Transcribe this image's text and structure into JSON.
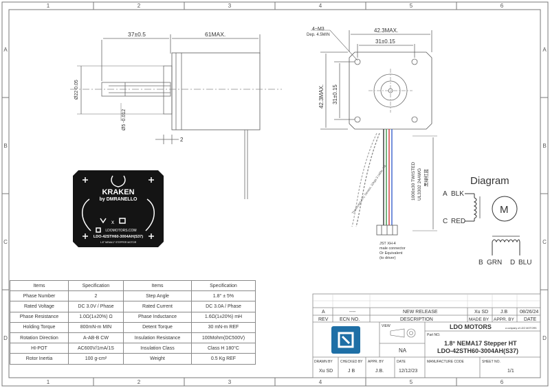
{
  "frame": {
    "col_labels": [
      "1",
      "2",
      "3",
      "4",
      "5",
      "6"
    ],
    "row_labels": [
      "A",
      "B",
      "C",
      "D"
    ]
  },
  "side_view": {
    "dim_shaft_len": "37±0.5",
    "dim_body_len": "61MAX.",
    "dim_shaft_dia": "Ø22 0.05",
    "dim_boss_dia": "Ø5 -0.012",
    "dim_boss": "2"
  },
  "front_view": {
    "thread": "4~M3",
    "thread_depth": "Dep. 4.5MIN",
    "dim_width": "42.3MAX.",
    "dim_hole_spacing": "31±0.15",
    "dim_height": "42.3MAX.",
    "dim_hole_spacing_v": "31±0.15"
  },
  "cable": {
    "length_note": "1000±30 TWISTED",
    "wire_note": "UL3302 24AWG",
    "color_note": "黑绿红蓝",
    "thermoset_note": "Thermoset ATC Sensor, 10kgs 3 cable, Ins",
    "connector_line1": "JST XH-4",
    "connector_line2": "male connector",
    "connector_line3": "Or Equivalent",
    "connector_line4": "(to driver)"
  },
  "wiring": {
    "title": "Diagram",
    "motor_symbol": "M",
    "a_label": "A",
    "a_color": "BLK",
    "c_label": "C",
    "c_color": "RED",
    "b_label": "B",
    "b_color": "GRN",
    "d_label": "D",
    "d_color": "BLU"
  },
  "label_art": {
    "brand": "KRAKEN",
    "sub": "by DMRANELLO",
    "x_mark": "x",
    "site": "LDOMOTORS.COM",
    "model": "LDO-42STH60-3004AH(S37)",
    "bottom_line": "1.8° NEMA17 STEPPER MOTOR"
  },
  "spec_table": {
    "headers": [
      "Items",
      "Specification",
      "Items",
      "Specification"
    ],
    "rows": [
      [
        "Phase Number",
        "2",
        "Step Angle",
        "1.8° ± 5%"
      ],
      [
        "Rated Voltage",
        "DC 3.0V / Phase",
        "Rated Current",
        "DC 3.0A / Phase"
      ],
      [
        "Phase Resistance",
        "1.0Ω(1±20%) Ω",
        "Phase Inductance",
        "1.6Ω(1±20%) mH"
      ],
      [
        "Holding Torque",
        "800mN-m MIN",
        "Detent Torque",
        "30 mN-m REF"
      ],
      [
        "Rotation Direction",
        "A-AB-B CW",
        "Insulation Resistance",
        "100Mohm(DC500V)"
      ],
      [
        "HI-POT",
        "AC600V/1mA/1S",
        "Insulation Class",
        "Class H 180°C"
      ],
      [
        "Rotor Inertia",
        "100 g-cm²",
        "Weight",
        "0.5 Kg REF"
      ]
    ]
  },
  "revision": {
    "row1": {
      "rev": "A",
      "ecn": "----",
      "desc": "NEW RELEASE",
      "made_by": "Xu SD",
      "appr_by": "J.B",
      "date": "08/26/24"
    },
    "headers": {
      "rev": "REV",
      "ecn": "ECN NO.",
      "desc": "DESCRIPTION",
      "made_by": "MADE BY",
      "appr_by": "APPR. BY",
      "date": "DATE"
    }
  },
  "title_block": {
    "company": "LDO MOTORS",
    "company_small": "a company of LDO MOTORS",
    "view_label": "VIEW",
    "part_no_label": "Part NO.",
    "na": "NA",
    "title_line1": "1.8° NEMA17 Stepper HT",
    "title_line2": "LDO-42STH60-3004AH(S37)",
    "drawn_by_label": "DRAWN BY",
    "checked_by_label": "CHECKED BY",
    "appr_by_label": "APPR. BY",
    "date_label": "DATE",
    "mfg_code_label": "MANUFACTURE CODE",
    "sheet_label": "SHEET NO.",
    "drawn_by": "Xu SD",
    "checked_by": "J B",
    "appr_by": "J.B.",
    "date": "12/12/23",
    "sheet": "1/1",
    "logo_color": "#1e6fa6"
  }
}
